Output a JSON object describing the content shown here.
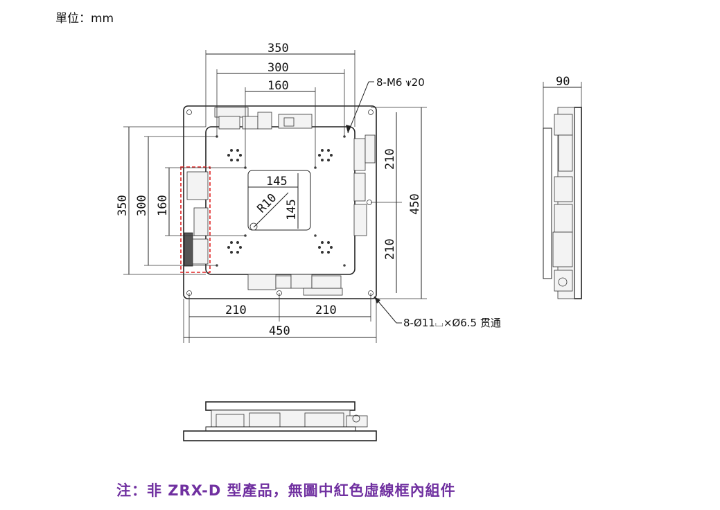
{
  "unit_label": "單位：mm",
  "note": "注：非 ZRX-D 型產品，無圖中紅色虛線框內組件",
  "top_view": {
    "dims_top": [
      "350",
      "300",
      "160"
    ],
    "dims_left": [
      "350",
      "300",
      "160"
    ],
    "dims_right": [
      "210",
      "450",
      "210"
    ],
    "dims_bottom": [
      "210",
      "210",
      "450"
    ],
    "center_w": "145",
    "center_h": "145",
    "radius": "R10",
    "callout_top": "8-M6 ⩛20",
    "callout_bottom": "8-Ø11⌴×Ø6.5 贯通"
  },
  "side_view": {
    "width_dim": "90"
  },
  "colors": {
    "highlight": "#e02020",
    "note": "#7030a0"
  }
}
